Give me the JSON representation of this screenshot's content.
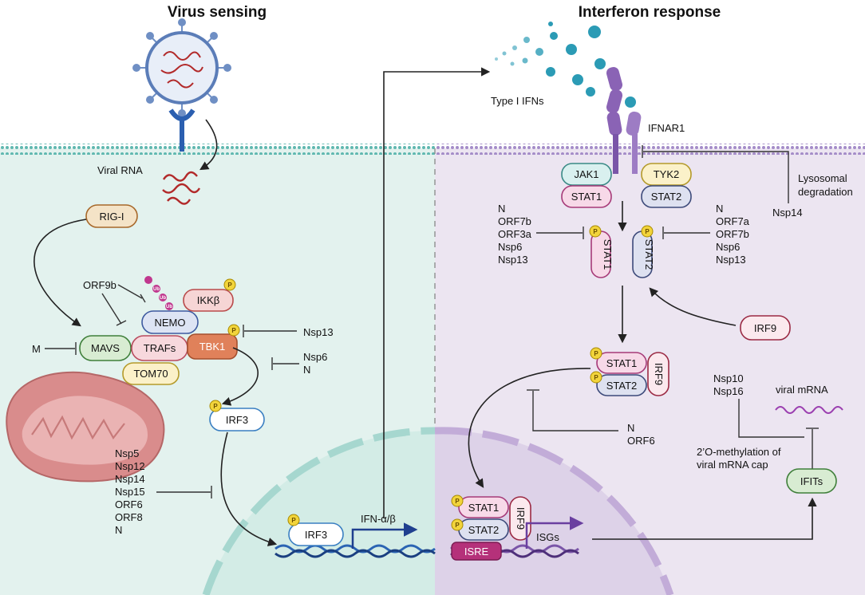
{
  "titles": {
    "left": "Virus sensing",
    "right": "Interferon response"
  },
  "labels": {
    "viral_rna": "Viral RNA",
    "type1_ifns": "Type I IFNs",
    "ifnar1": "IFNAR1",
    "lysosomal": "Lysosomal",
    "degradation": "degradation",
    "nsp14_lyso": "Nsp14",
    "orf9b": "ORF9b",
    "m": "M",
    "nsp13_tbk1": "Nsp13",
    "nsp6_irf3": "Nsp6",
    "n_irf3": "N",
    "stat1_inhib": [
      "N",
      "ORF7b",
      "ORF3a",
      "Nsp6",
      "Nsp13"
    ],
    "stat2_inhib": [
      "N",
      "ORF7a",
      "ORF7b",
      "Nsp6",
      "Nsp13"
    ],
    "nuclear_inhib": [
      "Nsp5",
      "Nsp12",
      "Nsp14",
      "Nsp15",
      "ORF6",
      "ORF8",
      "N"
    ],
    "import_inhib": [
      "N",
      "ORF6"
    ],
    "ifit_inhib": [
      "Nsp10",
      "Nsp16"
    ],
    "viral_mrna": "viral mRNA",
    "methylation_1": "2’O-methylation of",
    "methylation_2": "viral mRNA cap",
    "ifn_ab": "IFN-α/β",
    "isgs": "ISGs"
  },
  "proteins": {
    "rigi": "RIG-I",
    "mavs": "MAVS",
    "nemo": "NEMO",
    "ikkb": "IKKβ",
    "trafs": "TRAFs",
    "tbk1": "TBK1",
    "tom70": "TOM70",
    "irf3": "IRF3",
    "irf3_nuc": "IRF3",
    "jak1": "JAK1",
    "tyk2": "TYK2",
    "stat1_rec": "STAT1",
    "stat2_rec": "STAT2",
    "stat1_p": "STAT1",
    "stat2_p": "STAT2",
    "irf9": "IRF9",
    "stat1_c": "STAT1",
    "stat2_c": "STAT2",
    "irf9_c": "IRF9",
    "stat1_n": "STAT1",
    "stat2_n": "STAT2",
    "irf9_n": "IRF9",
    "isre": "ISRE",
    "ifits": "IFITs"
  },
  "marks": {
    "phospho": "P",
    "ubiquitin": "Ub"
  },
  "colors": {
    "left_bg": "#e3f2ee",
    "right_bg": "#ece5f1",
    "membrane": "#5fb8b0",
    "mito": "#d98c8c",
    "receptor": "#8a63b5",
    "dna_blue": "#2b64b3",
    "dna_purple": "#7a55a8"
  }
}
